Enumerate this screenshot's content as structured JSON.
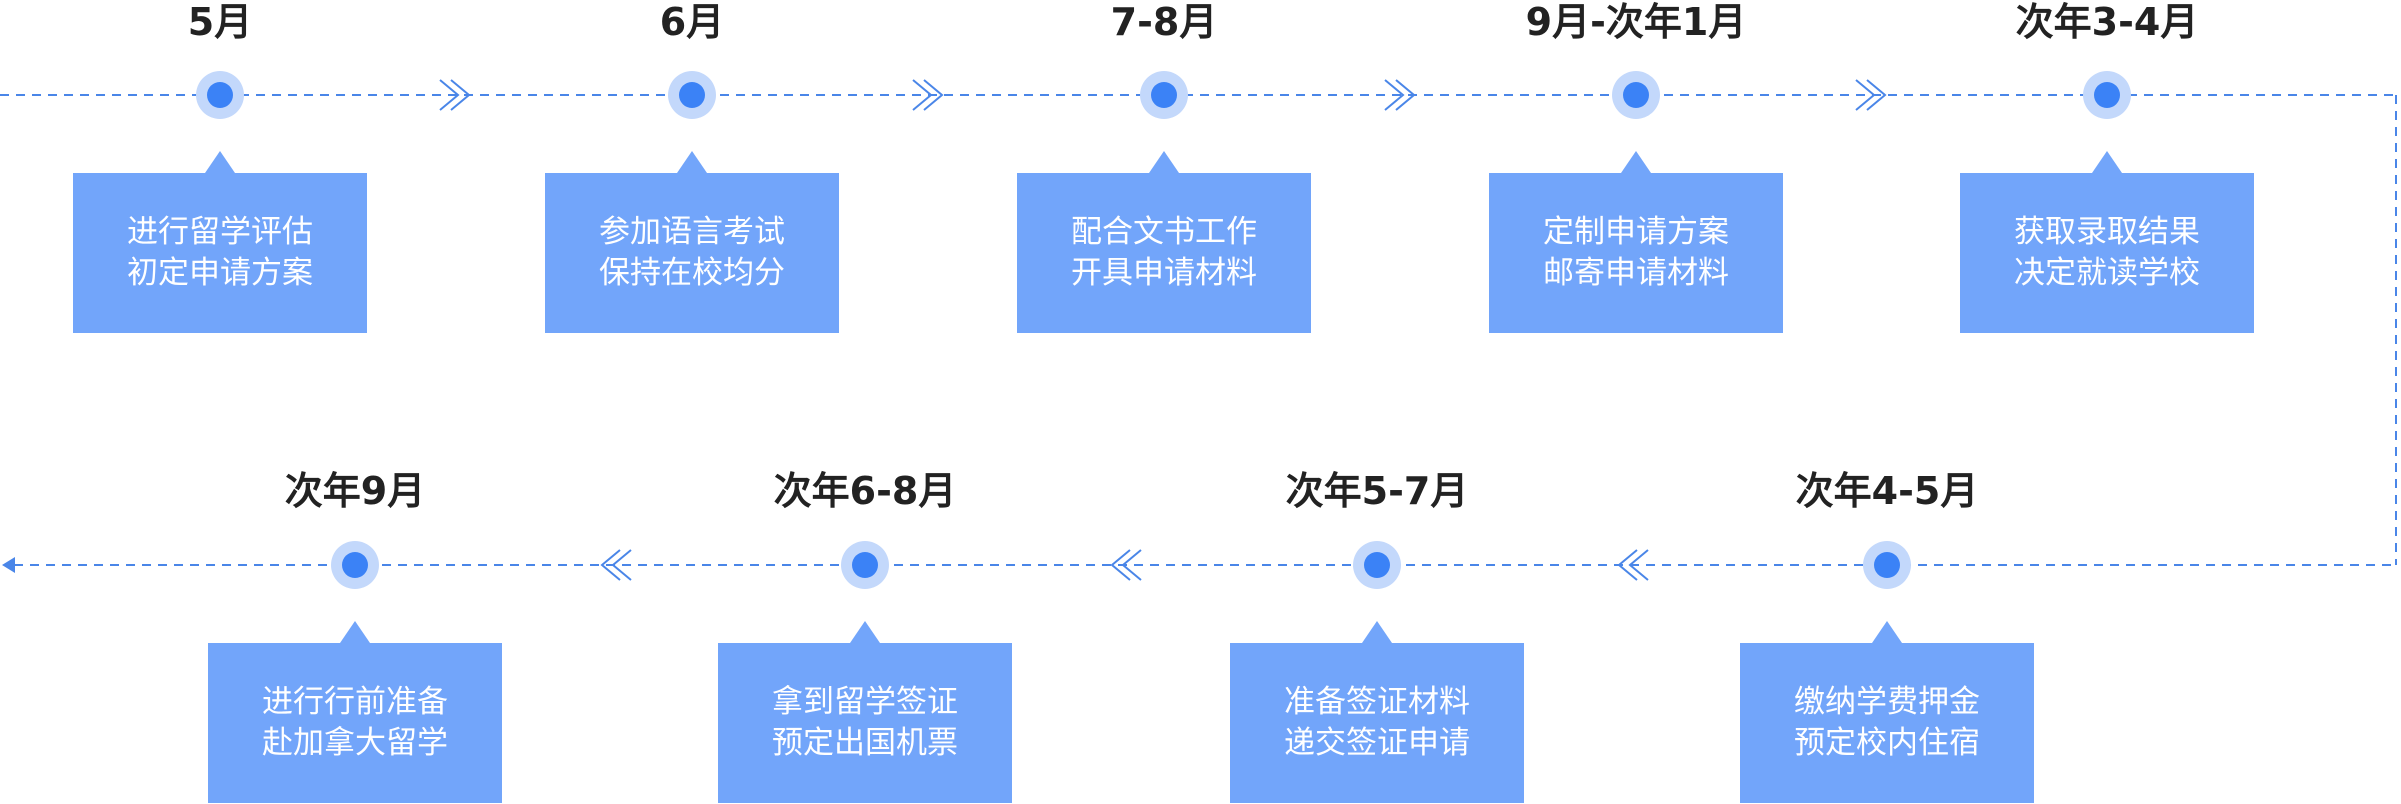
{
  "colors": {
    "accent": "#3b82f6",
    "line": "#4a86e8",
    "card": "#72a5fa",
    "dot_halo": "#c3d8fb",
    "text_dark": "#222222",
    "text_light": "#ffffff"
  },
  "timeline": {
    "top_row": [
      {
        "date": "5月",
        "lines": [
          "进行留学评估",
          "初定申请方案"
        ]
      },
      {
        "date": "6月",
        "lines": [
          "参加语言考试",
          "保持在校均分"
        ]
      },
      {
        "date": "7-8月",
        "lines": [
          "配合文书工作",
          "开具申请材料"
        ]
      },
      {
        "date": "9月-次年1月",
        "lines": [
          "定制申请方案",
          "邮寄申请材料"
        ]
      },
      {
        "date": "次年3-4月",
        "lines": [
          "获取录取结果",
          "决定就读学校"
        ]
      }
    ],
    "bottom_row": [
      {
        "date": "次年9月",
        "lines": [
          "进行行前准备",
          "赴加拿大留学"
        ]
      },
      {
        "date": "次年6-8月",
        "lines": [
          "拿到留学签证",
          "预定出国机票"
        ]
      },
      {
        "date": "次年5-7月",
        "lines": [
          "准备签证材料",
          "递交签证申请"
        ]
      },
      {
        "date": "次年4-5月",
        "lines": [
          "缴纳学费押金",
          "预定校内住宿"
        ]
      }
    ]
  },
  "icons": {
    "flow_right": "double-chevron-right-icon",
    "flow_left": "double-chevron-left-icon",
    "end": "arrowhead-left-icon",
    "milestone": "milestone-dot-icon"
  }
}
